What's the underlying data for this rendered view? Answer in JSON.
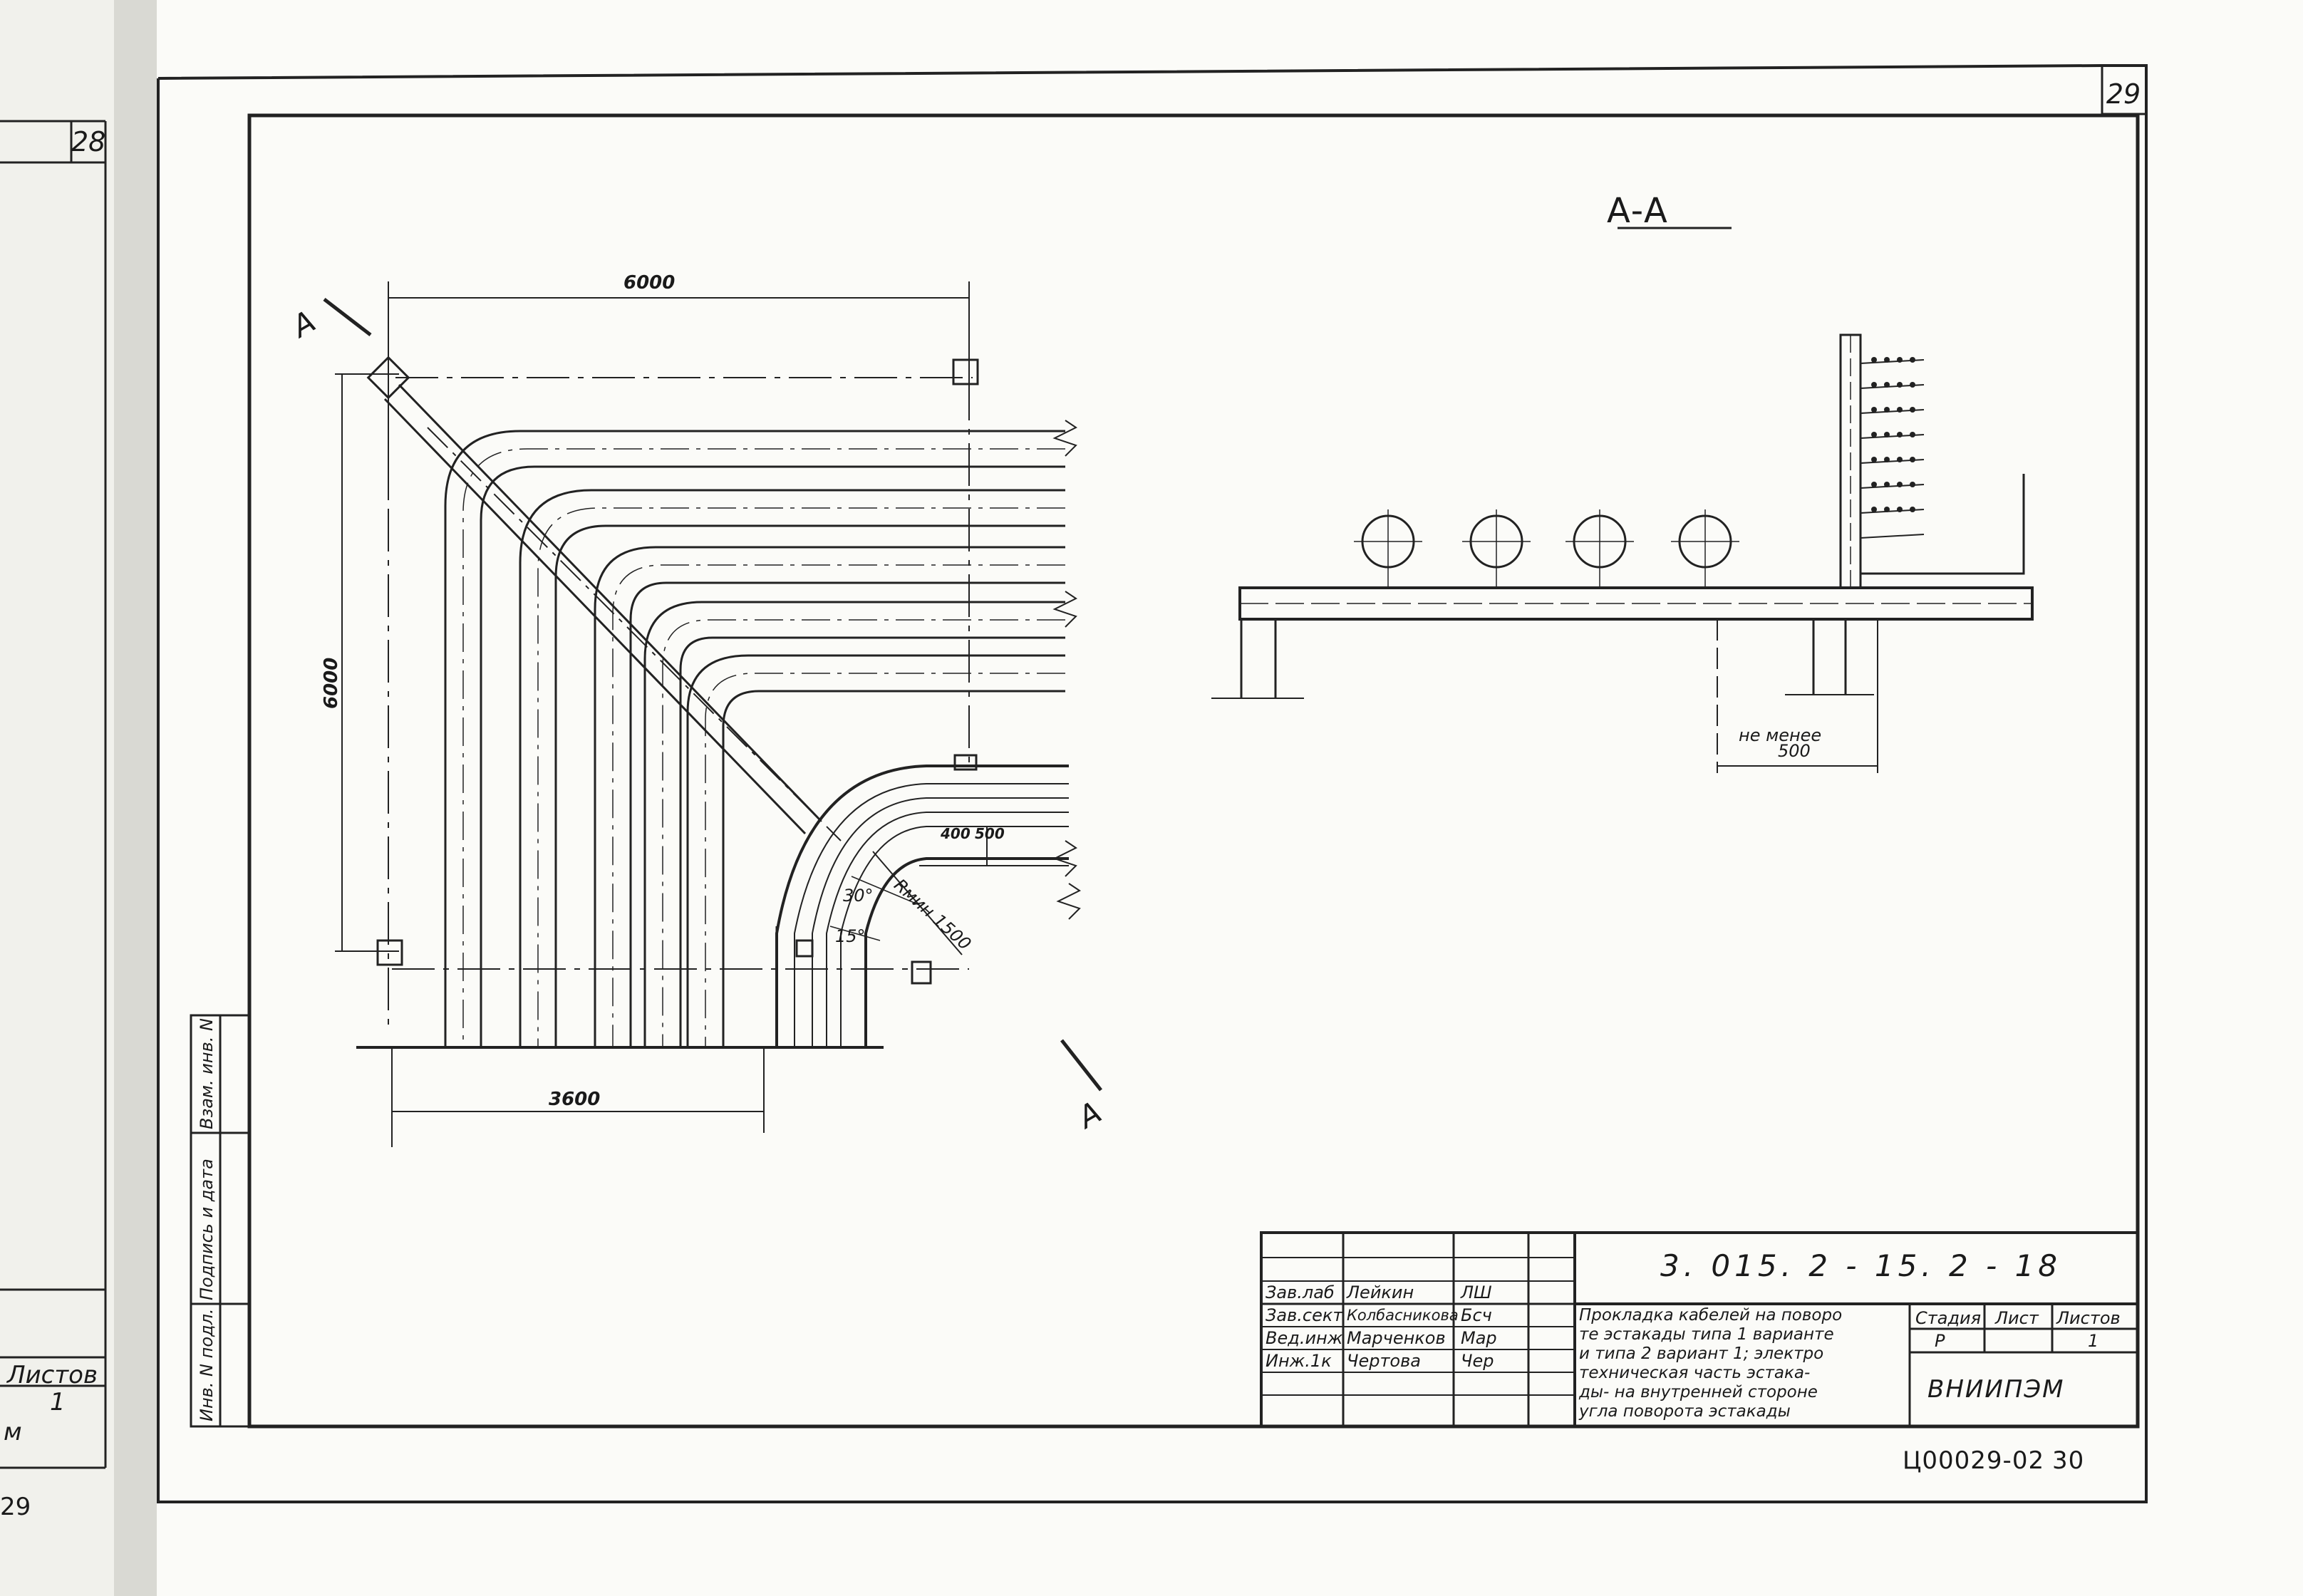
{
  "sheet": {
    "sheet_number": "29",
    "prev_sheet_number": "28",
    "prev_sheet_fragments": {
      "listov": "Листов",
      "count": "1",
      "m": "м",
      "page": "29"
    }
  },
  "section": {
    "title": "A-A",
    "cut_label_left": "A",
    "cut_label_right": "A",
    "min_clearance_label": "не менее",
    "min_clearance_value": "500"
  },
  "plan": {
    "dim_top": "6000",
    "dim_left": "6000",
    "dim_bottom": "3600",
    "dim_400": "400",
    "dim_500": "500",
    "radius_label": "Rмин 1500",
    "angle_30": "30°",
    "angle_15": "15°"
  },
  "side_stamp": {
    "cells": [
      "Инв. N подл.",
      "Подпись и дата",
      "Взам. инв. N"
    ]
  },
  "title_block": {
    "document_code": "3. 015. 2 - 15. 2 - 18",
    "staff": [
      {
        "role": "Зав.лаб",
        "name": "Лейкин",
        "sign": "ЛШ"
      },
      {
        "role": "Зав.сект",
        "name": "Колбасникова",
        "sign": "Бсч"
      },
      {
        "role": "Вед.инж",
        "name": "Марченков",
        "sign": "Мар"
      },
      {
        "role": "Инж.1к",
        "name": "Чертова",
        "sign": "Чер"
      }
    ],
    "description": [
      "Прокладка кабелей на поворо",
      "те эстакады типа 1 варианте",
      "и типа 2 вариант 1; электро",
      "техническая часть эстака-",
      "ды- на внутренней стороне",
      "угла поворота эстакады"
    ],
    "stage_header": "Стадия",
    "sheet_header": "Лист",
    "sheets_header": "Листов",
    "stage_value": "Р",
    "sheet_value": "",
    "sheets_value": "1",
    "organization": "ВНИИПЭМ"
  },
  "footer": {
    "archive_code": "Ц00029-02",
    "page": "30"
  }
}
